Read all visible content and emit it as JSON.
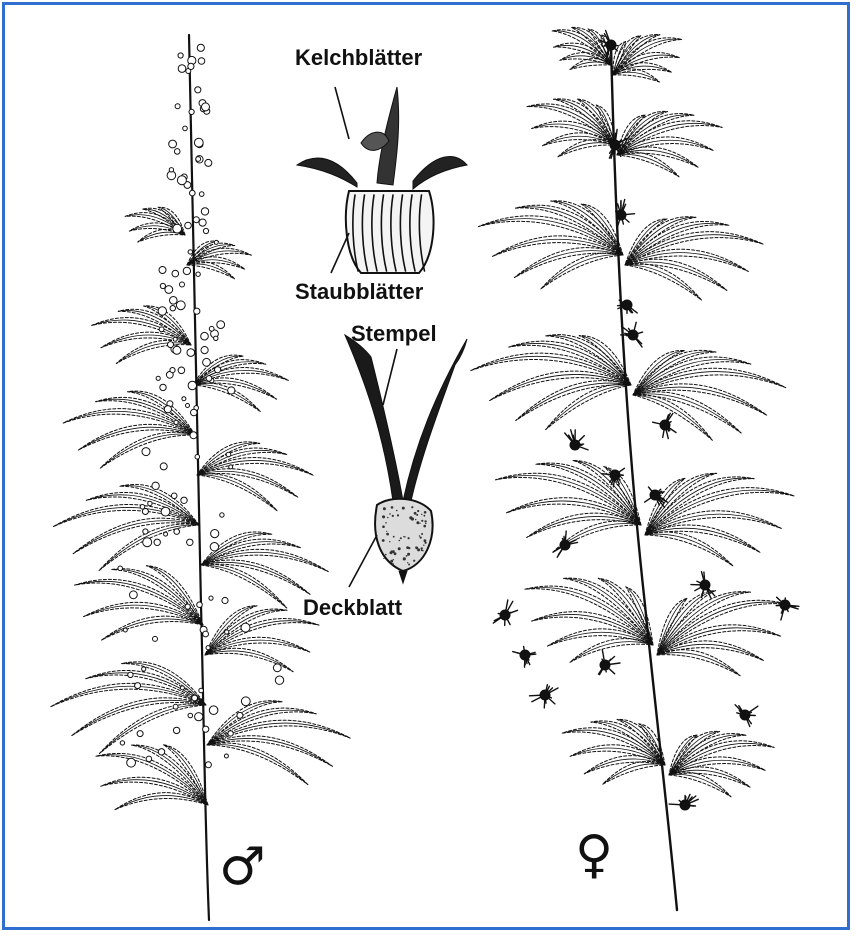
{
  "labels": {
    "kelchblaetter": "Kelchblätter",
    "staubblaetter": "Staubblätter",
    "stempel": "Stempel",
    "deckblatt": "Deckblatt"
  },
  "symbols": {
    "male": "♂",
    "female": "♀"
  },
  "colors": {
    "border": "#2f6fd0",
    "ink": "#111111",
    "background": "#ffffff"
  }
}
